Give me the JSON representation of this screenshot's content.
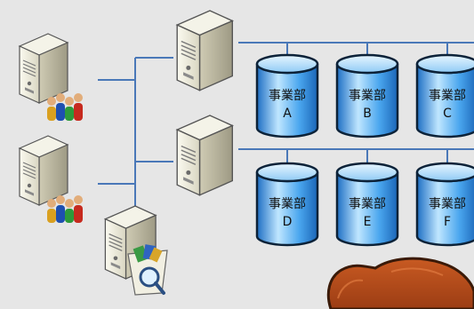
{
  "colors": {
    "background": "#e6e6e6",
    "connector": "#4a78b8",
    "db_body": "#2f8fe0",
    "db_body_light": "#bfe6ff",
    "db_outline": "#0c2238",
    "server_light": "#f2f0e2",
    "server_dark": "#b9b6a2",
    "character_hair": "#b84a1c"
  },
  "icons": {
    "client_server": "server-with-users-icon",
    "app_server": "server-tower-icon",
    "search_server": "server-search-icon",
    "database": "database-cylinder-icon",
    "character": "cartoon-character-hair-icon"
  },
  "databases": [
    {
      "line1": "事業部",
      "line2": "A"
    },
    {
      "line1": "事業部",
      "line2": "B"
    },
    {
      "line1": "事業部",
      "line2": "C"
    },
    {
      "line1": "事業部",
      "line2": "D"
    },
    {
      "line1": "事業部",
      "line2": "E"
    },
    {
      "line1": "事業部",
      "line2": "F"
    }
  ]
}
